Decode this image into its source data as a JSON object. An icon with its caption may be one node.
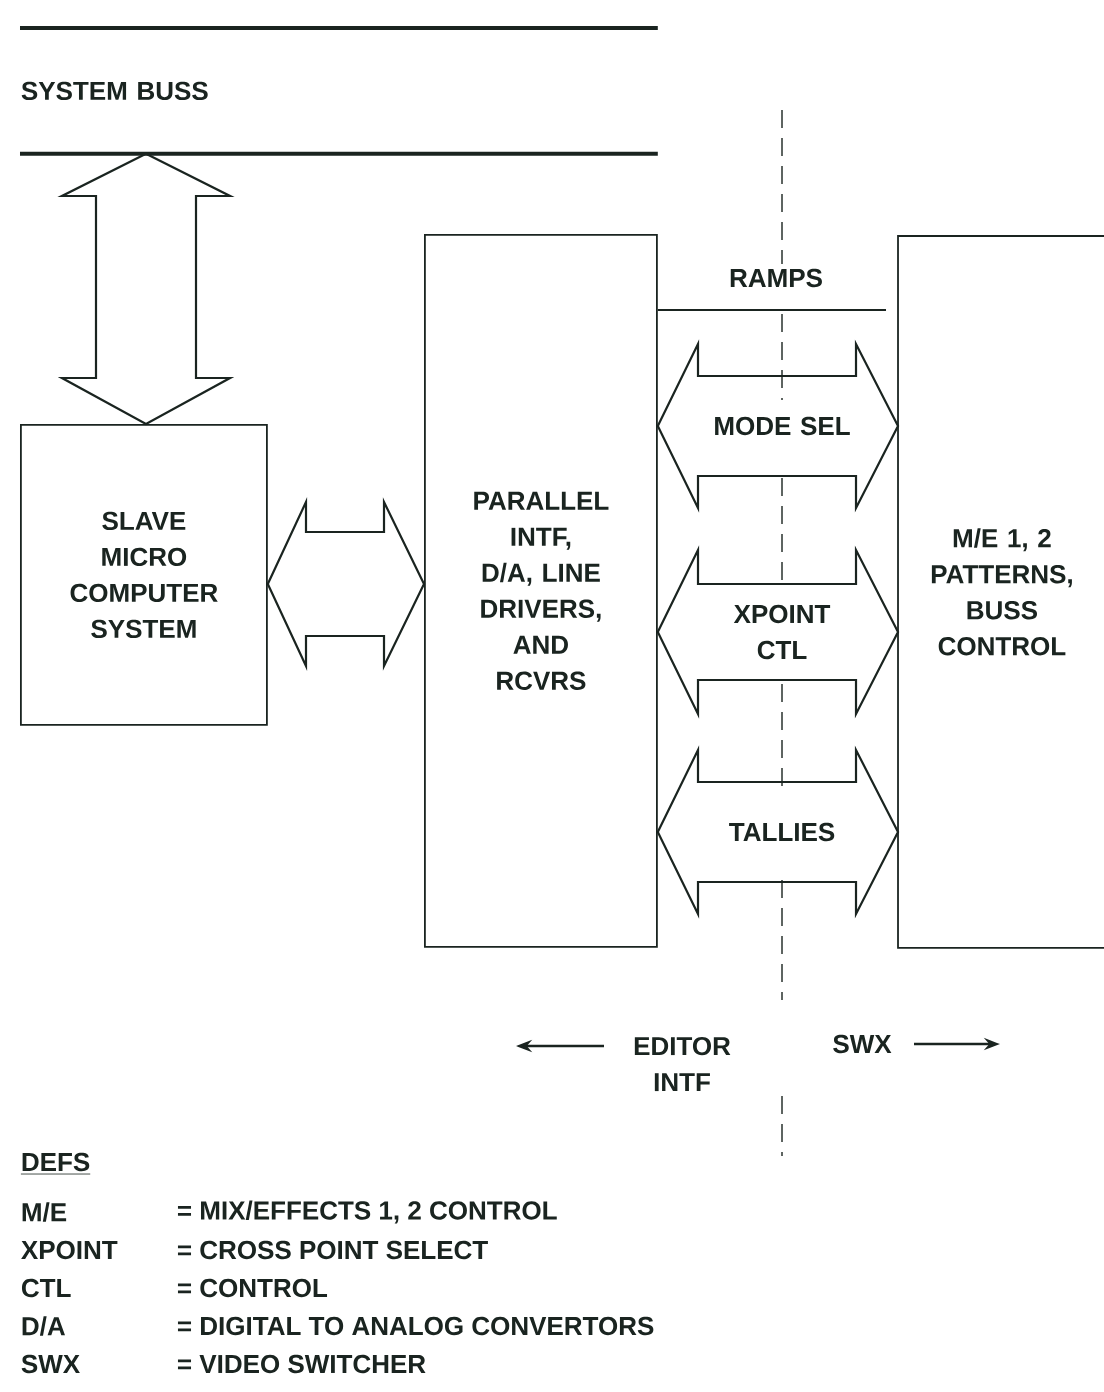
{
  "diagram": {
    "nodes": [
      {
        "text": [
          "SYSTEM BUSS"
        ]
      },
      {
        "text": [
          "SLAVE MICRO COMPUTER SYSTEM"
        ]
      },
      {
        "text": [
          "PARALLEL INTF, D/A, LINE DRIVERS, AND RCVRS"
        ]
      },
      {
        "text": [
          "M/E 1, 2 PATTERNS, BUSS CONTROL"
        ]
      }
    ],
    "edges": [
      {
        "from": 0,
        "to": 1,
        "arrow": "both",
        "style": "thick"
      },
      {
        "from": 1,
        "to": 2,
        "arrow": "both",
        "style": "thick"
      },
      {
        "from": 2,
        "to": 3,
        "arrow": "none",
        "label": "RAMPS"
      },
      {
        "from": 2,
        "to": 3,
        "arrow": "both",
        "style": "thick",
        "label": "MODE SEL"
      },
      {
        "from": 2,
        "to": 3,
        "arrow": "both",
        "style": "thick",
        "label": "XPOINT CTL"
      },
      {
        "from": 2,
        "to": 3,
        "arrow": "both",
        "style": "thick",
        "label": "TALLIES"
      }
    ],
    "labels": [
      "EDITOR INTF",
      "SWX",
      "DEFS",
      "M/E",
      "= MIX/EFFECTS 1, 2 CONTROL",
      "XPOINT",
      "= CROSS POINT SELECT",
      "CTL",
      "= CONTROL",
      "D/A",
      "= DIGITAL TO ANALOG CONVERTORS",
      "SWX",
      "= VIDEO SWITCHER"
    ]
  }
}
